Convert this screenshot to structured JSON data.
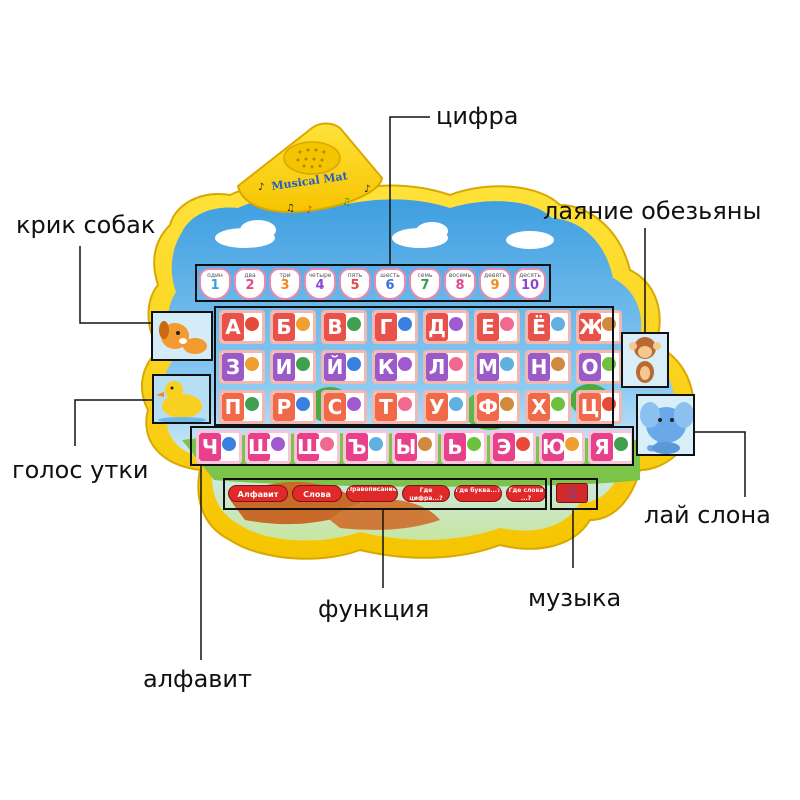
{
  "speaker_label": "Musical Mat",
  "callouts": {
    "digit": "цифра",
    "monkey": "лаяние обезьяны",
    "dog": "крик собак",
    "duck": "голос утки",
    "elephant": "лай слона",
    "function": "функция",
    "music": "музыка",
    "alphabet": "алфавит"
  },
  "numbers": [
    {
      "word": "один",
      "digit": "1",
      "color": "#3aa0e0"
    },
    {
      "word": "два",
      "digit": "2",
      "color": "#e04a8a"
    },
    {
      "word": "три",
      "digit": "3",
      "color": "#f08a20"
    },
    {
      "word": "четыре",
      "digit": "4",
      "color": "#8a4ad0"
    },
    {
      "word": "пять",
      "digit": "5",
      "color": "#e04a4a"
    },
    {
      "word": "шесть",
      "digit": "6",
      "color": "#3a70e0"
    },
    {
      "word": "семь",
      "digit": "7",
      "color": "#30a050"
    },
    {
      "word": "восемь",
      "digit": "8",
      "color": "#e04a8a"
    },
    {
      "word": "девять",
      "digit": "9",
      "color": "#f08a20"
    },
    {
      "word": "десять",
      "digit": "10",
      "color": "#8a4ad0"
    }
  ],
  "letter_rows": [
    {
      "color": "#e8524a",
      "letters": [
        "А",
        "Б",
        "В",
        "Г",
        "Д",
        "Е",
        "Ё",
        "Ж"
      ]
    },
    {
      "color": "#9a5ac8",
      "letters": [
        "З",
        "И",
        "Й",
        "К",
        "Л",
        "М",
        "Н",
        "О"
      ]
    },
    {
      "color": "#f06a4a",
      "letters": [
        "П",
        "Р",
        "С",
        "Т",
        "У",
        "Ф",
        "Х",
        "Ц"
      ]
    },
    {
      "color": "#e8408a",
      "letters": [
        "Ч",
        "Ш",
        "Щ",
        "Ъ",
        "Ы",
        "Ь",
        "Э",
        "Ю",
        "Я"
      ]
    }
  ],
  "function_buttons": [
    "Алфавит",
    "Слова",
    "Правописание",
    "Где цифра...?",
    "Где буква...?",
    "Где слова ...?"
  ]
}
